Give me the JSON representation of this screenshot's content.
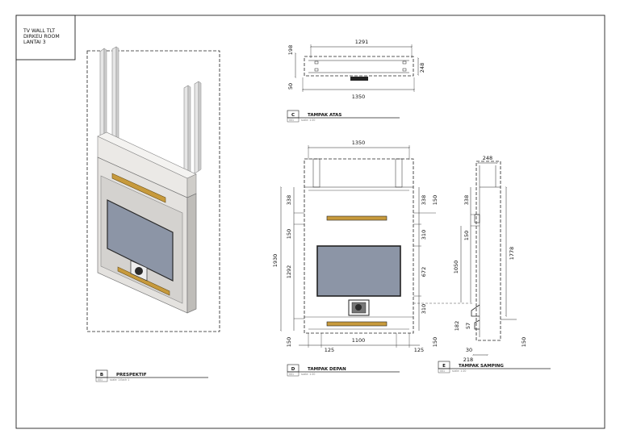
{
  "title_block": {
    "lines": [
      "TV WALL TLT",
      "DIRKEU ROOM",
      "LANTAI 3"
    ]
  },
  "views": {
    "B": {
      "letter": "B",
      "name": "PRESPEKTIF",
      "scale": "scale: 1:Each 1"
    },
    "C": {
      "letter": "C",
      "name": "TAMPAK ATAS",
      "scale": "scale: 1:20"
    },
    "D": {
      "letter": "D",
      "name": "TAMPAK DEPAN",
      "scale": "scale: 1:20"
    },
    "E": {
      "letter": "E",
      "name": "TAMPAK SAMPING",
      "scale": "scale: 1:20"
    }
  },
  "sheet_code": "001",
  "dims": {
    "top": {
      "width": "1291",
      "overall": "1350",
      "left_top": "198",
      "left_bottom": "50",
      "right": "248"
    },
    "front": {
      "top_width": "1350",
      "height": "1930",
      "inner": "1292",
      "left_top": "338",
      "left_mid": "150",
      "left_bottom": "150",
      "right_top": "338",
      "right_150": "150",
      "right_310a": "310",
      "right_672": "672",
      "right_310b": "310",
      "right_bottom": "150",
      "bottom_left": "125",
      "bottom_mid": "1100",
      "bottom_right": "125"
    },
    "side": {
      "top": "248",
      "h338": "338",
      "h150": "150",
      "h1050": "1050",
      "h1778": "1778",
      "h182": "182",
      "h57": "57",
      "h30": "30",
      "w218": "218",
      "h150b": "150"
    }
  },
  "colors": {
    "screen": "#8c95a6",
    "wall": "#e2e0dd",
    "accent": "#b58a2a"
  }
}
